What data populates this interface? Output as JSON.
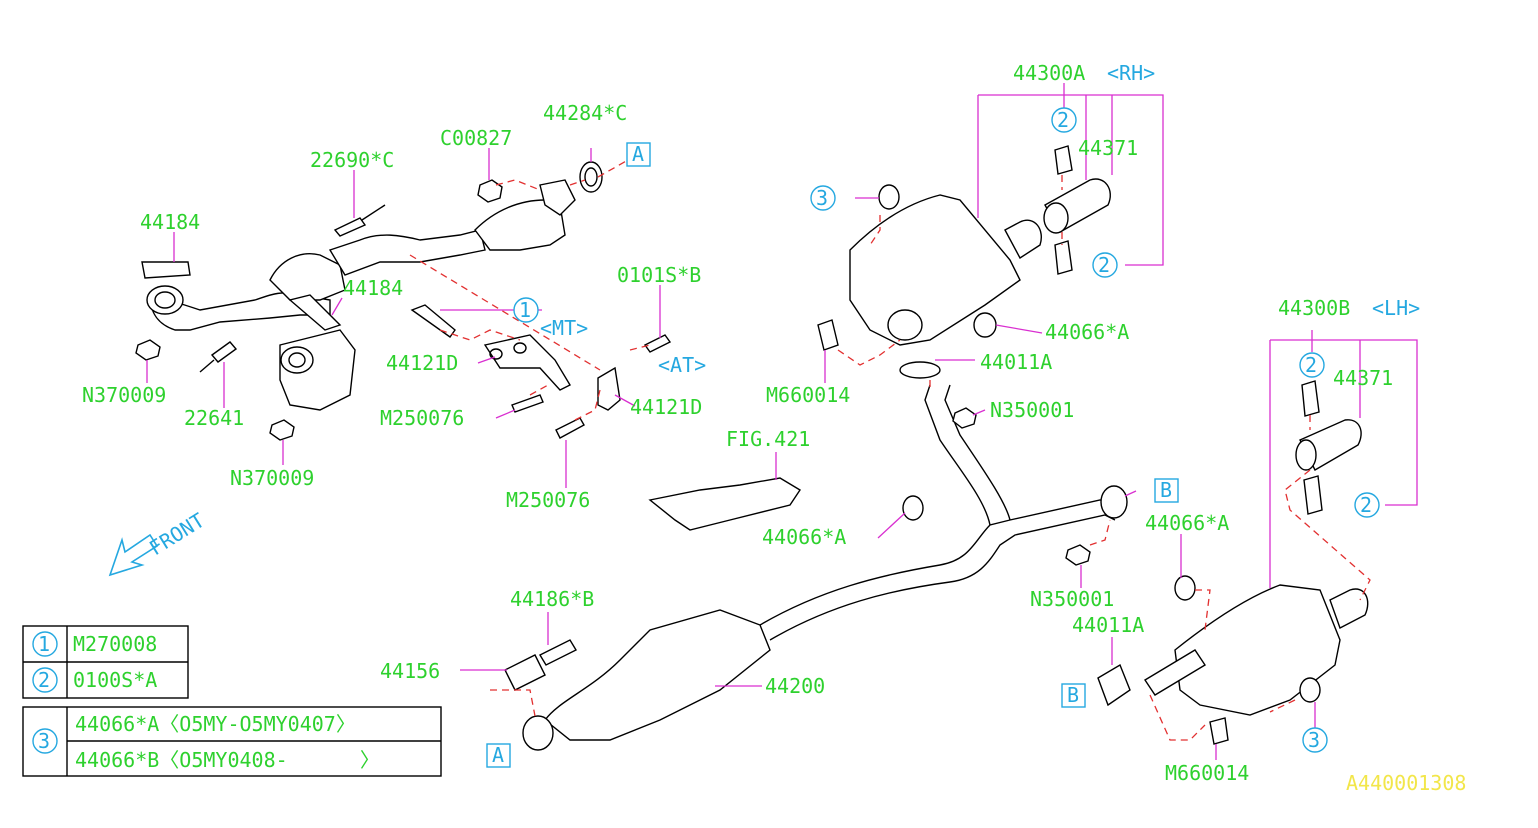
{
  "diagram_id": "A440001308",
  "front_label": "FRONT",
  "labels": {
    "p44300A": "44300A",
    "p44300A_side": "<RH>",
    "p44300B": "44300B",
    "p44300B_side": "<LH>",
    "p44371_rh": "44371",
    "p44371_lh": "44371",
    "p44284C": "44284*C",
    "pC00827": "C00827",
    "p22690C": "22690*C",
    "p44184_a": "44184",
    "p44184_b": "44184",
    "pN370009_a": "N370009",
    "pN370009_b": "N370009",
    "p22641": "22641",
    "p44121D_a": "44121D",
    "p44121D_b": "44121D",
    "pM250076_a": "M250076",
    "pM250076_b": "M250076",
    "p0101SB": "0101S*B",
    "mt": "<MT>",
    "at": "<AT>",
    "fig421": "FIG.421",
    "p44066A_a": "44066*A",
    "p44066A_b": "44066*A",
    "p44066A_c": "44066*A",
    "pM660014_a": "M660014",
    "pM660014_b": "M660014",
    "p44011A_a": "44011A",
    "p44011A_b": "44011A",
    "pN350001_a": "N350001",
    "pN350001_b": "N350001",
    "p44186B": "44186*B",
    "p44156": "44156",
    "p44200": "44200"
  },
  "callouts": {
    "one": "1",
    "two": "2",
    "three": "3",
    "boxA": "A",
    "boxB": "B"
  },
  "legend": [
    {
      "ref": "1",
      "part": "M270008"
    },
    {
      "ref": "2",
      "part": "0100S*A"
    }
  ],
  "legend3": {
    "ref": "3",
    "rows": [
      "44066*A〈O5MY-O5MY0407〉",
      "44066*B〈O5MY0408-      〉"
    ]
  }
}
